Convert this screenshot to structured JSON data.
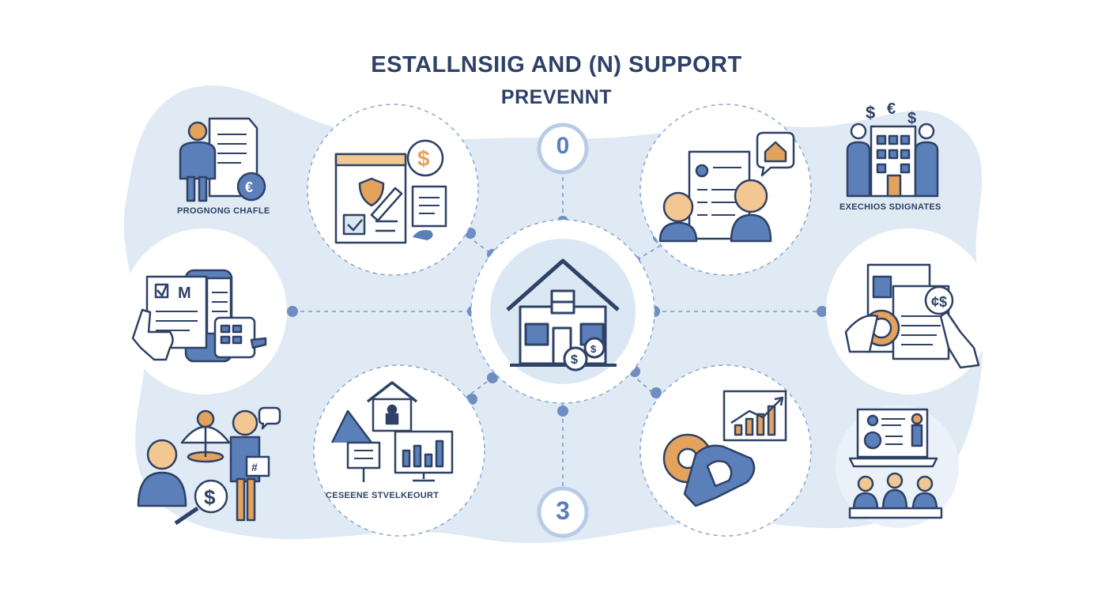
{
  "title": {
    "line1": "ESTALLNSIIG AND (N) SUPPORT",
    "line2": "PREVENNT"
  },
  "labels": {
    "top_left": "PROGNONG CHAFLE",
    "top_right": "EXECHIOS SDIGNATES",
    "bottom_center_left": "CESEENE STVELKEOURT"
  },
  "badges": {
    "top": "0",
    "bottom": "3"
  },
  "colors": {
    "navy": "#2e4166",
    "blue": "#5b7fb9",
    "light_blue": "#dbe8f3",
    "accent_orange": "#e3a35c",
    "background": "#ffffff"
  },
  "icons": {
    "center": "house-with-dollar-gears-icon",
    "top_left": "businessman-with-document-icon",
    "top_center_left": "checklist-shield-document-icon",
    "top_center_right": "people-with-form-icon",
    "top_right": "office-building-with-people-icon",
    "middle_left": "hand-holding-documents-icon",
    "middle_right": "id-document-with-hand-icon",
    "bottom_left": "people-with-magnifier-dollar-icon",
    "bottom_center_left": "house-and-monitor-chart-icon",
    "bottom_center_right": "gear-with-growth-chart-icon",
    "bottom_right": "laptop-presentation-group-icon"
  }
}
